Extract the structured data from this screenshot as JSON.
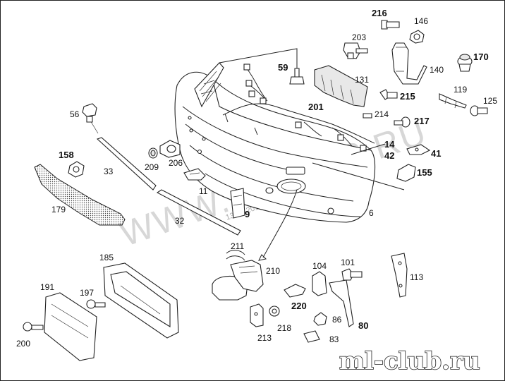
{
  "watermark": {
    "text": "WWW.ELCATS.RU",
    "year": "13.05.2016"
  },
  "brand": {
    "text": "ml-club.ru"
  },
  "callouts": {
    "p6": "6",
    "p9": "9",
    "p11": "11",
    "p14": "14",
    "p32": "32",
    "p33": "33",
    "p41": "41",
    "p42": "42",
    "p56": "56",
    "p59": "59",
    "p80": "80",
    "p83": "83",
    "p86": "86",
    "p101": "101",
    "p104": "104",
    "p113": "113",
    "p119": "119",
    "p125": "125",
    "p131": "131",
    "p140": "140",
    "p146": "146",
    "p155": "155",
    "p158": "158",
    "p170": "170",
    "p179": "179",
    "p185": "185",
    "p191": "191",
    "p197": "197",
    "p200": "200",
    "p201": "201",
    "p203": "203",
    "p206": "206",
    "p209": "209",
    "p210": "210",
    "p211": "211",
    "p213": "213",
    "p214": "214",
    "p215": "215",
    "p216": "216",
    "p217": "217",
    "p218": "218",
    "p220": "220"
  }
}
